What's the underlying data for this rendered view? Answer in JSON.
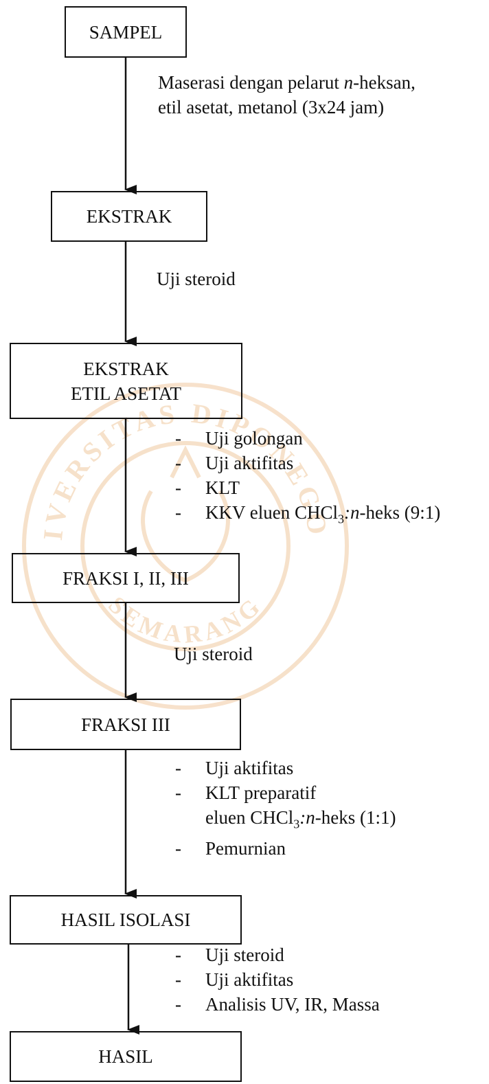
{
  "boxes": {
    "sampel": "SAMPEL",
    "ekstrak": "EKSTRAK",
    "ekstrak_etil_line1": "EKSTRAK",
    "ekstrak_etil_line2": "ETIL ASETAT",
    "fraksi_all": "FRAKSI I, II, III",
    "fraksi_3": "FRAKSI III",
    "hasil_isolasi": "HASIL ISOLASI",
    "hasil": "HASIL"
  },
  "steps": {
    "maserasi_line1_pre": "Maserasi dengan pelarut ",
    "maserasi_line1_italic": "n",
    "maserasi_line1_post": "-heksan,",
    "maserasi_line2": "etil asetat, metanol (3x24 jam)",
    "uji_steroid_1": "Uji steroid",
    "uji_steroid_2": "Uji steroid"
  },
  "list_etil": {
    "dash": "-",
    "item1": "Uji golongan",
    "item2": "Uji aktifitas",
    "item3": "KLT",
    "item4_pre": "KKV eluen CHCl",
    "item4_sub": "3",
    "item4_colon": ":",
    "item4_italic": "n",
    "item4_post": "-heks (9:1)"
  },
  "list_fraksi3": {
    "dash": "-",
    "item1": "Uji aktifitas",
    "item2": "KLT preparatif",
    "item2b_pre": "eluen CHCl",
    "item2b_sub": "3",
    "item2b_colon": ":",
    "item2b_italic": "n",
    "item2b_post": "-heks (1:1)",
    "item3": "Pemurnian"
  },
  "list_isolasi": {
    "dash": "-",
    "item1": "Uji steroid",
    "item2": "Uji aktifitas",
    "item3": "Analisis UV, IR, Massa"
  },
  "watermark": {
    "arc_top": "UNIVERSITAS DIPONEGORO",
    "arc_bottom": "SEMARANG",
    "color": "#e8a05c"
  }
}
